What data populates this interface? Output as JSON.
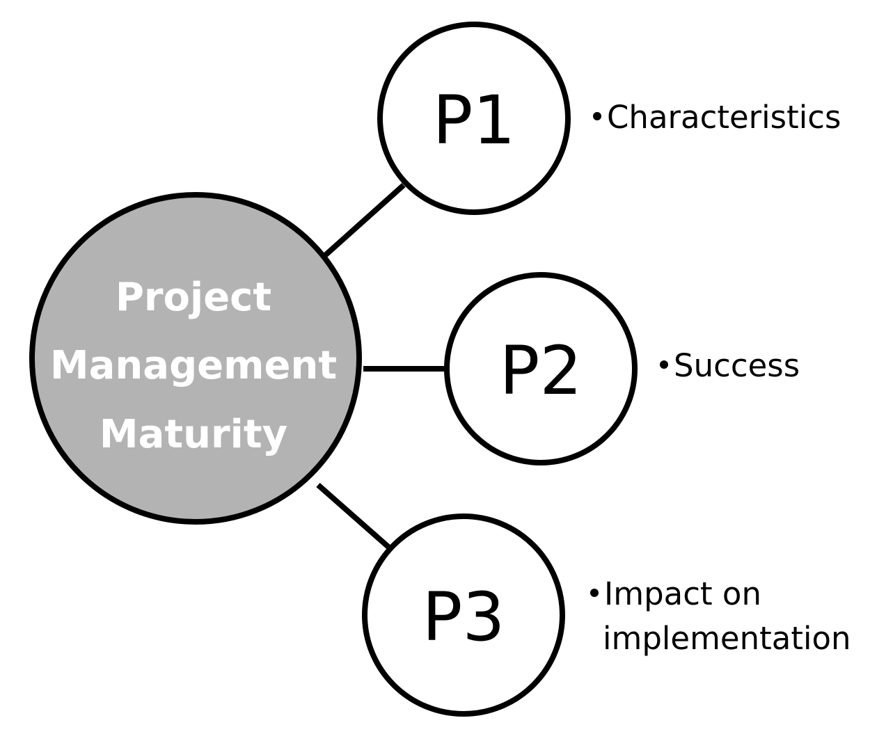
{
  "hub": {
    "lines": [
      "Project",
      "Management",
      "Maturity"
    ],
    "fill_color": "#b3b3b3",
    "text_color": "#ffffff"
  },
  "nodes": [
    {
      "label": "P1",
      "description_lines": [
        "Characteristics"
      ]
    },
    {
      "label": "P2",
      "description_lines": [
        "Success"
      ]
    },
    {
      "label": "P3",
      "description_lines": [
        "Impact on",
        "implementation"
      ]
    }
  ],
  "colors": {
    "stroke": "#000000",
    "background": "#ffffff"
  }
}
